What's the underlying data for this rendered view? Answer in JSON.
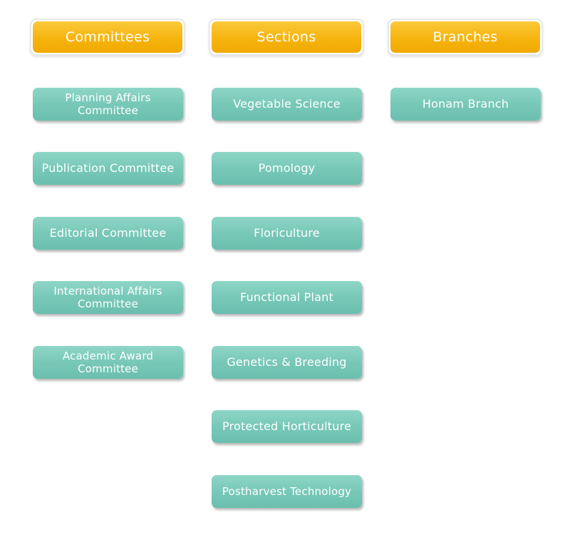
{
  "columns": {
    "committees": {
      "title": "Committees",
      "items": [
        "Planning Affairs\nCommittee",
        "Publication Committee",
        "Editorial Committee",
        "International Affairs\nCommittee",
        "Academic Award\nCommittee"
      ]
    },
    "sections": {
      "title": "Sections",
      "items": [
        "Vegetable Science",
        "Pomology",
        "Floriculture",
        "Functional Plant",
        "Genetics & Breeding",
        "Protected Horticulture",
        "Postharvest Technology"
      ]
    },
    "branches": {
      "title": "Branches",
      "items": [
        "Honam Branch"
      ]
    }
  },
  "colors": {
    "header": "#f6b40f",
    "item": "#78c8b8",
    "text": "#ffffff"
  }
}
